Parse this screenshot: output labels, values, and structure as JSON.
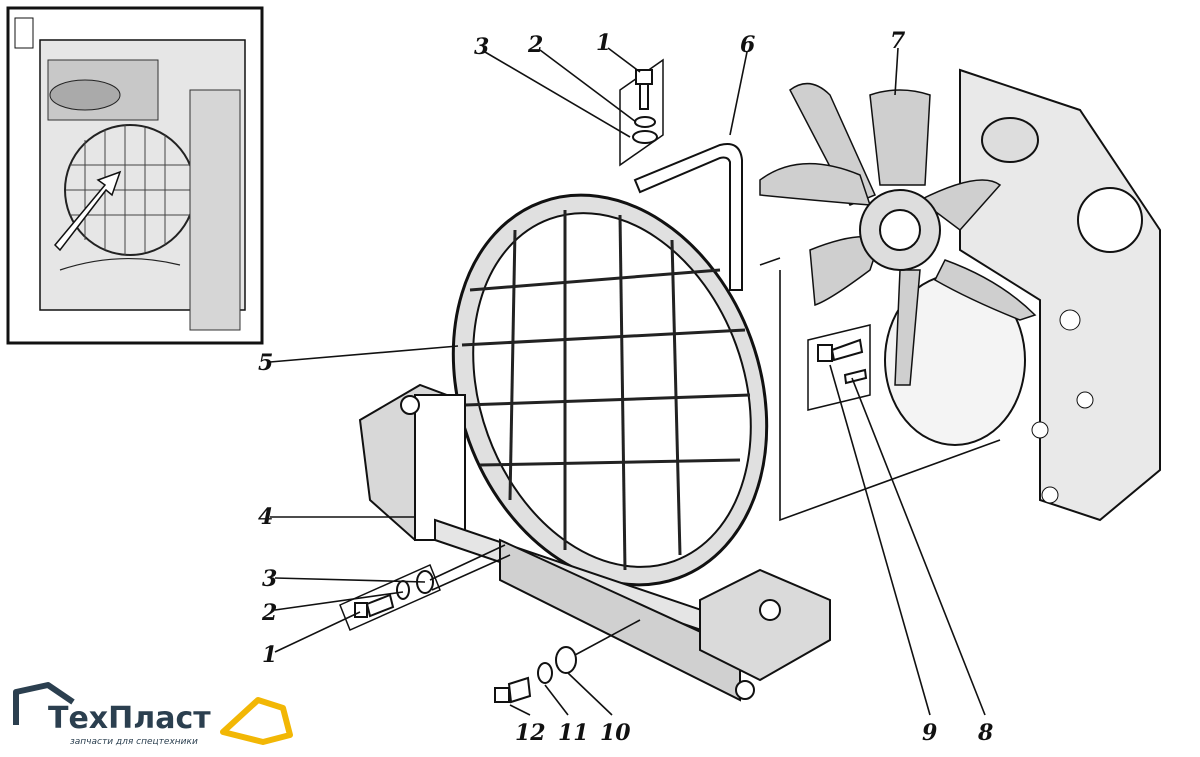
{
  "labels": [
    {
      "id": "1",
      "text": "1"
    },
    {
      "id": "2",
      "text": "2"
    },
    {
      "id": "3",
      "text": "3"
    },
    {
      "id": "1b",
      "text": "1"
    },
    {
      "id": "2b",
      "text": "2"
    },
    {
      "id": "3b",
      "text": "3"
    },
    {
      "id": "4",
      "text": "4"
    },
    {
      "id": "5",
      "text": "5"
    },
    {
      "id": "6",
      "text": "6"
    },
    {
      "id": "7",
      "text": "7"
    },
    {
      "id": "8",
      "text": "8"
    },
    {
      "id": "9",
      "text": "9"
    },
    {
      "id": "10",
      "text": "10"
    },
    {
      "id": "11",
      "text": "11"
    },
    {
      "id": "12",
      "text": "12"
    }
  ],
  "logo": {
    "name": "ТехПласт",
    "tagline": "запчасти для спецтехники",
    "accent_color": "#f2b705",
    "text_color": "#2b3f4f"
  }
}
